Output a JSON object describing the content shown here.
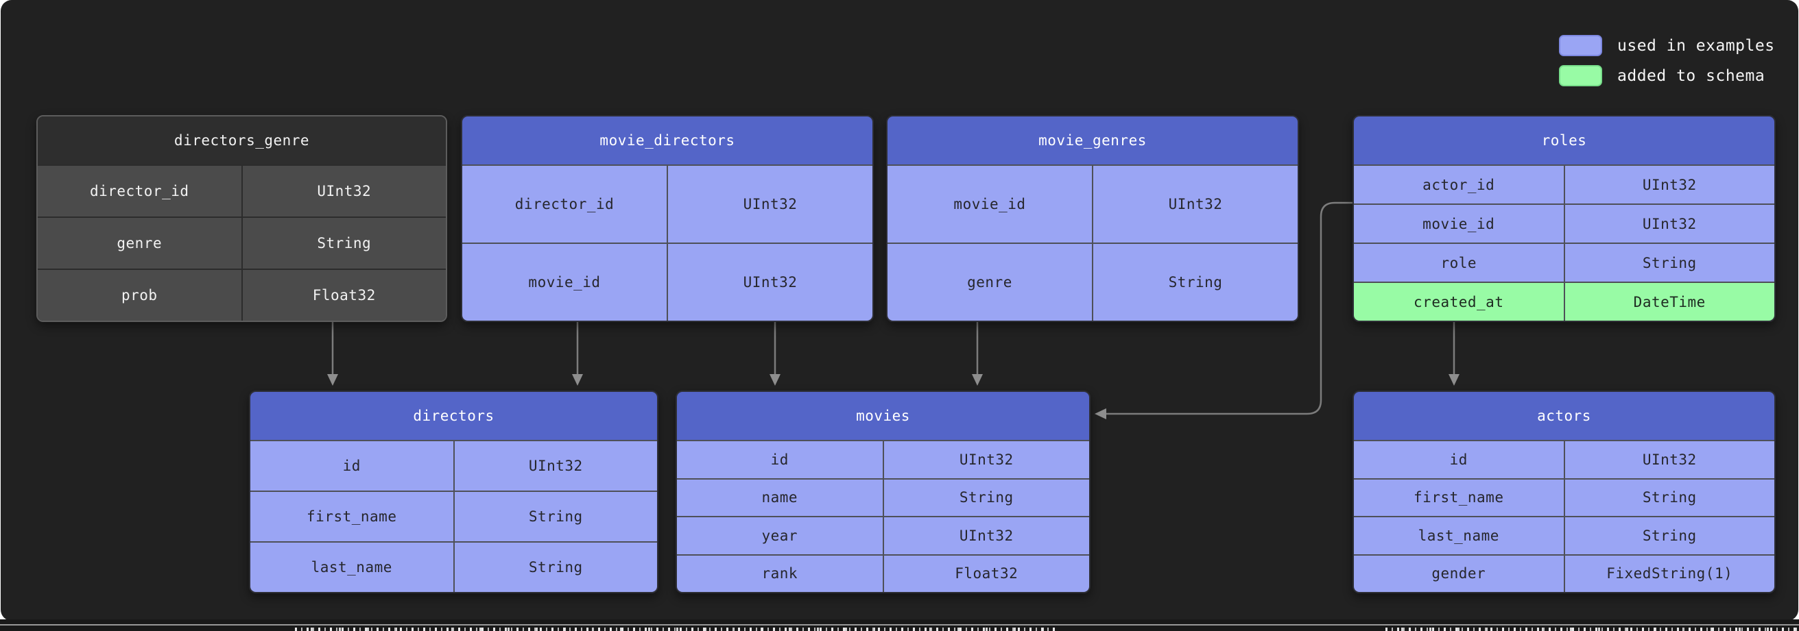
{
  "legend": {
    "items": [
      {
        "label": "used in examples",
        "color": "#9aa5f4"
      },
      {
        "label": "added to schema",
        "color": "#98fba5"
      }
    ]
  },
  "tables": {
    "directors_genre": {
      "title": "directors_genre",
      "variant": "gray",
      "columns": [
        [
          "director_id",
          "UInt32"
        ],
        [
          "genre",
          "String"
        ],
        [
          "prob",
          "Float32"
        ]
      ]
    },
    "movie_directors": {
      "title": "movie_directors",
      "variant": "blue",
      "columns": [
        [
          "director_id",
          "UInt32"
        ],
        [
          "movie_id",
          "UInt32"
        ]
      ]
    },
    "movie_genres": {
      "title": "movie_genres",
      "variant": "blue",
      "columns": [
        [
          "movie_id",
          "UInt32"
        ],
        [
          "genre",
          "String"
        ]
      ]
    },
    "roles": {
      "title": "roles",
      "variant": "blue",
      "columns": [
        [
          "actor_id",
          "UInt32"
        ],
        [
          "movie_id",
          "UInt32"
        ],
        [
          "role",
          "String"
        ],
        [
          "created_at",
          "DateTime"
        ]
      ],
      "highlighted_row": "created_at"
    },
    "directors": {
      "title": "directors",
      "variant": "blue",
      "columns": [
        [
          "id",
          "UInt32"
        ],
        [
          "first_name",
          "String"
        ],
        [
          "last_name",
          "String"
        ]
      ]
    },
    "movies": {
      "title": "movies",
      "variant": "blue",
      "columns": [
        [
          "id",
          "UInt32"
        ],
        [
          "name",
          "String"
        ],
        [
          "year",
          "UInt32"
        ],
        [
          "rank",
          "Float32"
        ]
      ]
    },
    "actors": {
      "title": "actors",
      "variant": "blue",
      "columns": [
        [
          "id",
          "UInt32"
        ],
        [
          "first_name",
          "String"
        ],
        [
          "last_name",
          "String"
        ],
        [
          "gender",
          "FixedString(1)"
        ]
      ]
    }
  },
  "relations": [
    {
      "from": "directors_genre",
      "to": "directors"
    },
    {
      "from": "movie_directors",
      "to": "directors"
    },
    {
      "from": "movie_directors",
      "to": "movies"
    },
    {
      "from": "movie_genres",
      "to": "movies"
    },
    {
      "from": "roles",
      "to": "movies"
    },
    {
      "from": "roles",
      "to": "actors"
    }
  ],
  "colors": {
    "panel_bg": "#212121",
    "blue_header": "#5465c8",
    "blue_row": "#9aa5f4",
    "green_row": "#98fba5",
    "gray_header": "#2e2e2e",
    "gray_row": "#4b4b4b",
    "arrow": "#8a8a8a"
  }
}
